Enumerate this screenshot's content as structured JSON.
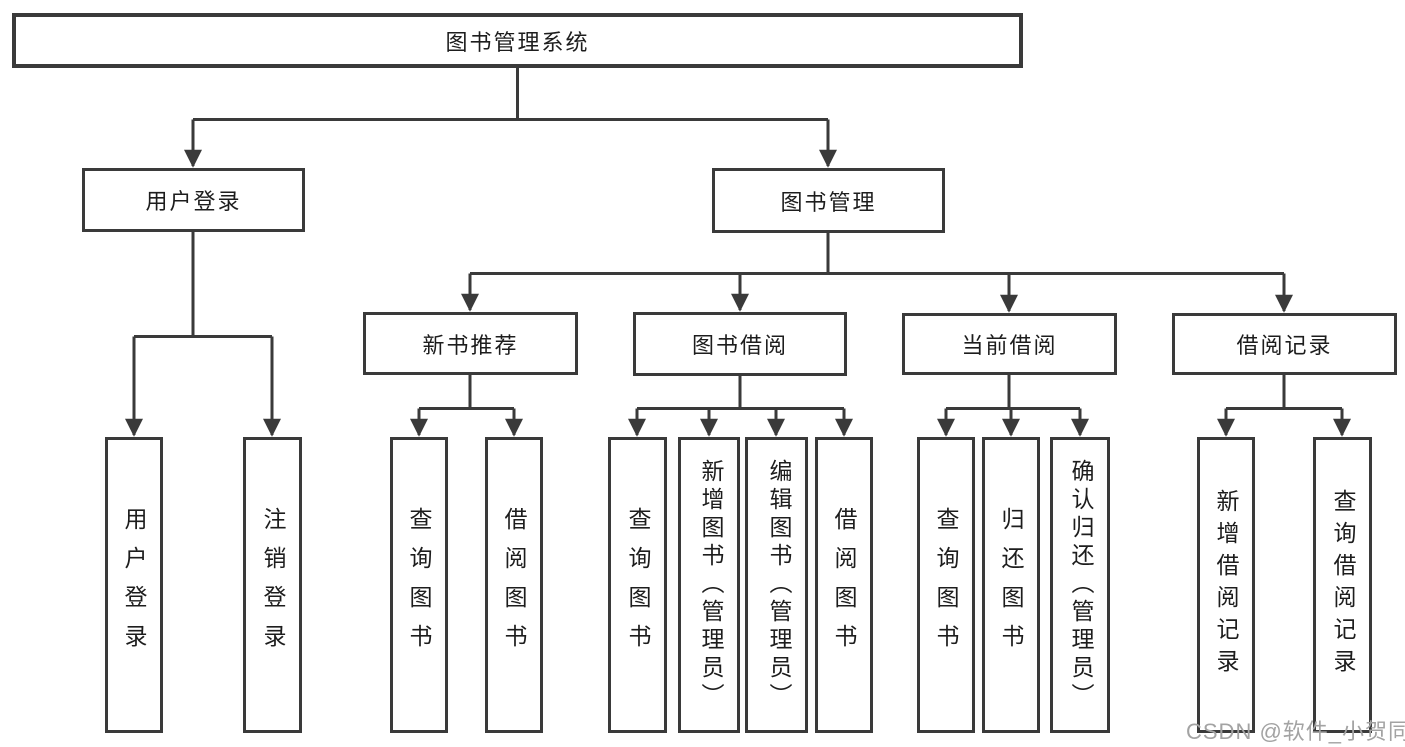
{
  "diagram": {
    "root": {
      "label": "图书管理系统"
    },
    "branches": [
      {
        "label": "用户登录",
        "children": [
          {
            "label": "用户登录"
          },
          {
            "label": "注销登录"
          }
        ]
      },
      {
        "label": "图书管理",
        "groups": [
          {
            "label": "新书推荐",
            "children": [
              {
                "label": "查询图书"
              },
              {
                "label": "借阅图书"
              }
            ]
          },
          {
            "label": "图书借阅",
            "children": [
              {
                "label": "查询图书"
              },
              {
                "label": "新增图书（管理员）"
              },
              {
                "label": "编辑图书（管理员）"
              },
              {
                "label": "借阅图书"
              }
            ]
          },
          {
            "label": "当前借阅",
            "children": [
              {
                "label": "查询图书"
              },
              {
                "label": "归还图书"
              },
              {
                "label": "确认归还（管理员）"
              }
            ]
          },
          {
            "label": "借阅记录",
            "children": [
              {
                "label": "新增借阅记录"
              },
              {
                "label": "查询借阅记录"
              }
            ]
          }
        ]
      }
    ]
  },
  "watermark": {
    "text": "CSDN @软件_小贺同学"
  },
  "colors": {
    "line": "#3a3a3a",
    "text": "#1d1d1d",
    "watermark": "#a3a3a3",
    "background": "#ffffff"
  }
}
